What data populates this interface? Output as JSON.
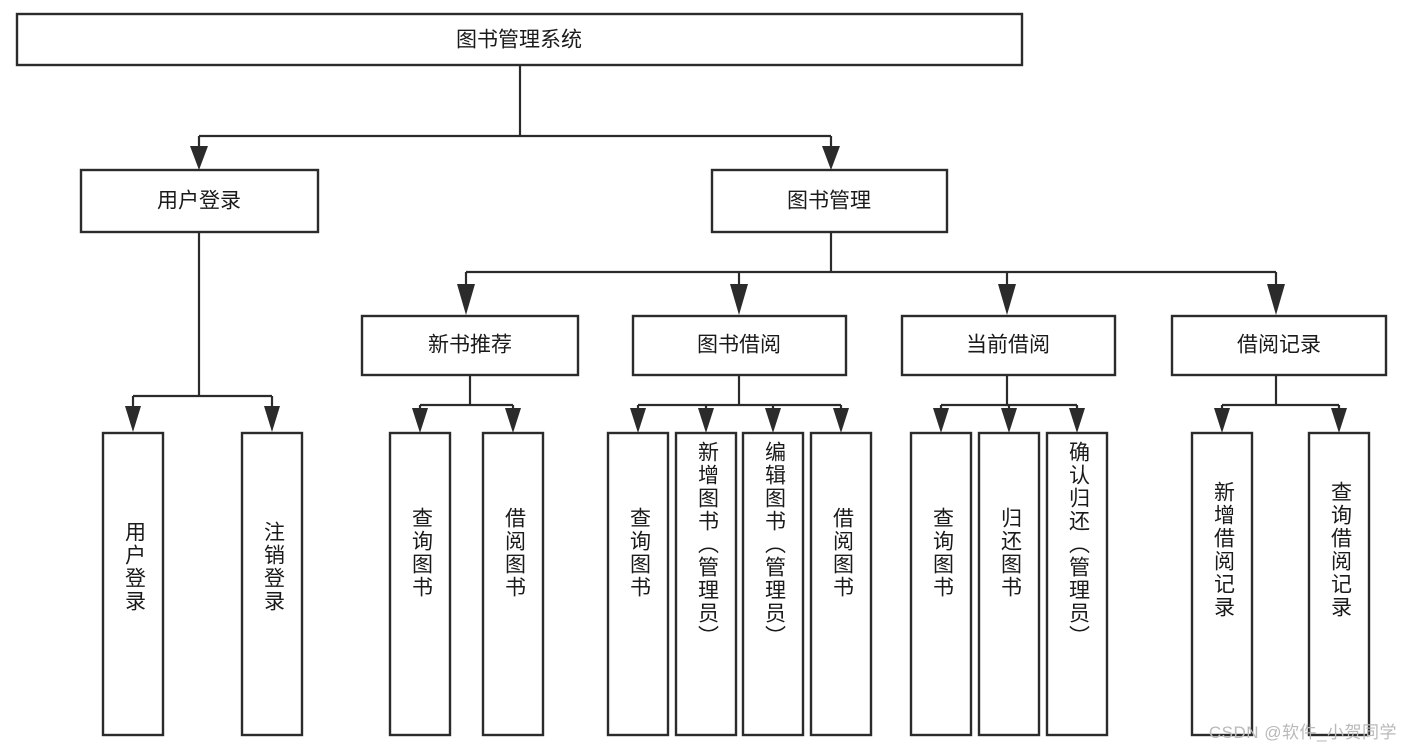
{
  "diagram": {
    "type": "hierarchy-tree",
    "title": "图书管理系统",
    "watermark": "CSDN @软件_小贺同学",
    "colors": {
      "box_fill": "#ffffff",
      "box_stroke": "#2b2b2b",
      "text": "#1a1a1a",
      "watermark": "#b9b9b9",
      "background": "#ffffff"
    },
    "levels": {
      "level0": [
        {
          "id": "root",
          "label": "图书管理系统"
        }
      ],
      "level1": [
        {
          "id": "user-login",
          "label": "用户登录",
          "parent": "root"
        },
        {
          "id": "book-manage",
          "label": "图书管理",
          "parent": "root"
        }
      ],
      "level2": [
        {
          "id": "new-book-rec",
          "label": "新书推荐",
          "parent": "book-manage"
        },
        {
          "id": "book-borrow",
          "label": "图书借阅",
          "parent": "book-manage"
        },
        {
          "id": "current-borrow",
          "label": "当前借阅",
          "parent": "book-manage"
        },
        {
          "id": "borrow-record",
          "label": "借阅记录",
          "parent": "book-manage"
        }
      ],
      "leaves": [
        {
          "id": "leaf-user-login",
          "label": "用户登录",
          "parent": "user-login"
        },
        {
          "id": "leaf-logout",
          "label": "注销登录",
          "parent": "user-login"
        },
        {
          "id": "leaf-query-book-1",
          "label": "查询图书",
          "parent": "new-book-rec"
        },
        {
          "id": "leaf-borrow-book-1",
          "label": "借阅图书",
          "parent": "new-book-rec"
        },
        {
          "id": "leaf-query-book-2",
          "label": "查询图书",
          "parent": "book-borrow"
        },
        {
          "id": "leaf-add-book",
          "label": "新增图书（管理员）",
          "parent": "book-borrow"
        },
        {
          "id": "leaf-edit-book",
          "label": "编辑图书（管理员）",
          "parent": "book-borrow"
        },
        {
          "id": "leaf-borrow-book-2",
          "label": "借阅图书",
          "parent": "book-borrow"
        },
        {
          "id": "leaf-query-book-3",
          "label": "查询图书",
          "parent": "current-borrow"
        },
        {
          "id": "leaf-return-book",
          "label": "归还图书",
          "parent": "current-borrow"
        },
        {
          "id": "leaf-confirm-return",
          "label": "确认归还（管理员）",
          "parent": "current-borrow"
        },
        {
          "id": "leaf-add-record",
          "label": "新增借阅记录",
          "parent": "borrow-record"
        },
        {
          "id": "leaf-query-record",
          "label": "查询借阅记录",
          "parent": "borrow-record"
        }
      ]
    }
  }
}
